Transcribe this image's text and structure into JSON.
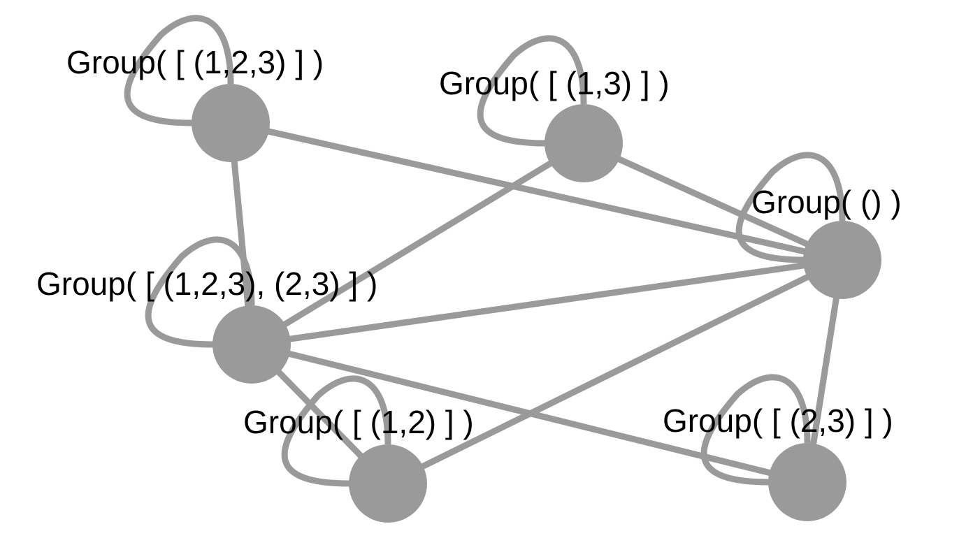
{
  "diagram": {
    "edge_color": "#9a9a9a",
    "node_color": "#9a9a9a",
    "label_color": "#000000",
    "nodes": [
      {
        "id": "A",
        "label": "Group( [ (1,2,3) ] )",
        "self_loop": true
      },
      {
        "id": "B",
        "label": "Group( [ (1,3) ] )",
        "self_loop": true
      },
      {
        "id": "C",
        "label": "Group( () )",
        "self_loop": true
      },
      {
        "id": "D",
        "label": "Group( [ (1,2,3), (2,3) ] )",
        "self_loop": true
      },
      {
        "id": "E",
        "label": "Group( [ (1,2) ] )",
        "self_loop": true
      },
      {
        "id": "F",
        "label": "Group( [ (2,3) ] )",
        "self_loop": true
      }
    ],
    "edges": [
      [
        "A",
        "C"
      ],
      [
        "A",
        "D"
      ],
      [
        "B",
        "D"
      ],
      [
        "B",
        "C"
      ],
      [
        "D",
        "C"
      ],
      [
        "D",
        "E"
      ],
      [
        "D",
        "F"
      ],
      [
        "E",
        "C"
      ],
      [
        "F",
        "C"
      ]
    ]
  }
}
